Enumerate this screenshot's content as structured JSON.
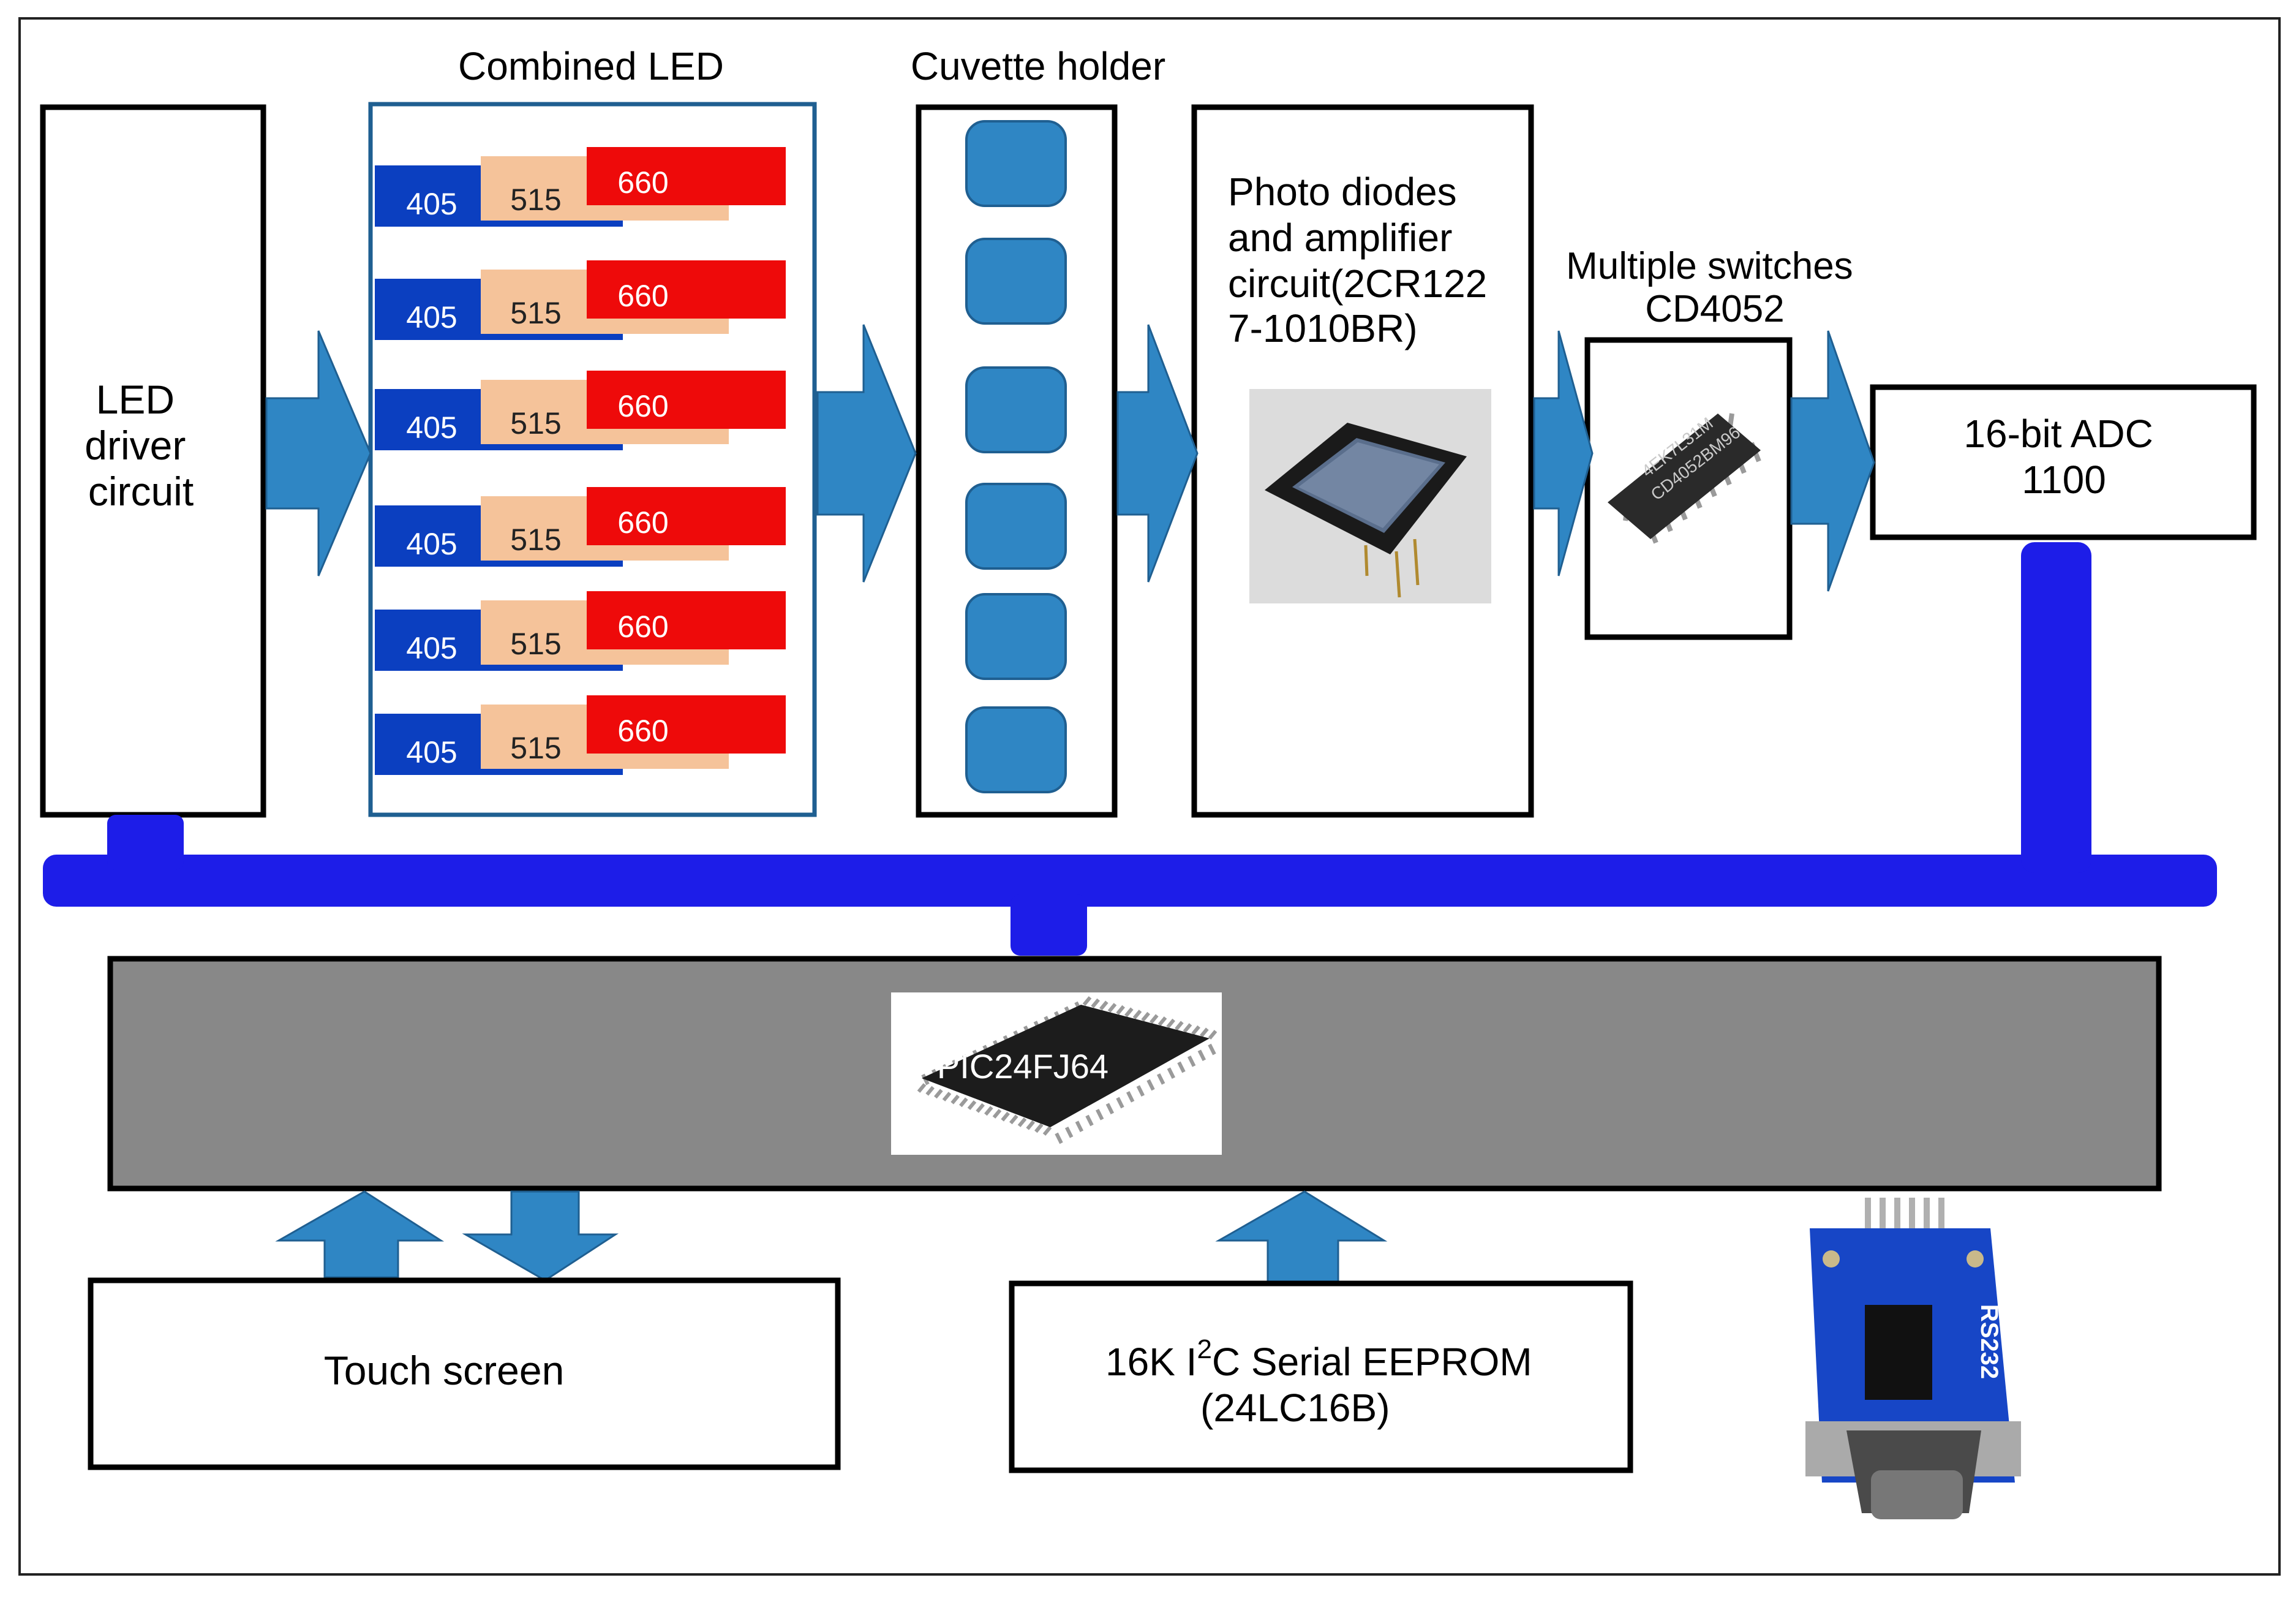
{
  "colors": {
    "bus": "#1d1de8",
    "arrow": "#2f86c4",
    "arrow_edge": "#1f5f91",
    "cuvette": "#2f86c4",
    "led_blue": "#0b3fc0",
    "led_peach": "#f5c39a",
    "led_red": "#ee0a0a",
    "mcu_panel": "#888888",
    "chip_body": "#1c1c1c",
    "rs232_board": "#1746c6"
  },
  "labels": {
    "combined_led": "Combined LED",
    "cuvette_holder": "Cuvette holder",
    "led_driver": [
      "LED",
      "driver",
      "circuit"
    ],
    "photodiode": [
      "Photo diodes",
      "and amplifier",
      "circuit(2CR122",
      "7-1010BR)"
    ],
    "switches": [
      "Multiple switches",
      "CD4052"
    ],
    "adc": [
      "16-bit ADC",
      "1100"
    ],
    "mcu": "PIC24FJ64",
    "touch_screen": "Touch screen",
    "eeprom_prefix": "16K I",
    "eeprom_sup": "2",
    "eeprom_suffix": "C Serial EEPROM",
    "eeprom_part": "(24LC16B)",
    "rs232": "RS232",
    "switch_chip_marking": [
      "4EK7L31M",
      "CD4052BM96"
    ]
  },
  "led_rows": [
    {
      "blue": "405",
      "peach": "515",
      "red": "660"
    },
    {
      "blue": "405",
      "peach": "515",
      "red": "660"
    },
    {
      "blue": "405",
      "peach": "515",
      "red": "660"
    },
    {
      "blue": "405",
      "peach": "515",
      "red": "660"
    },
    {
      "blue": "405",
      "peach": "515",
      "red": "660"
    },
    {
      "blue": "405",
      "peach": "515",
      "red": "660"
    }
  ],
  "cuvette_count": 6
}
